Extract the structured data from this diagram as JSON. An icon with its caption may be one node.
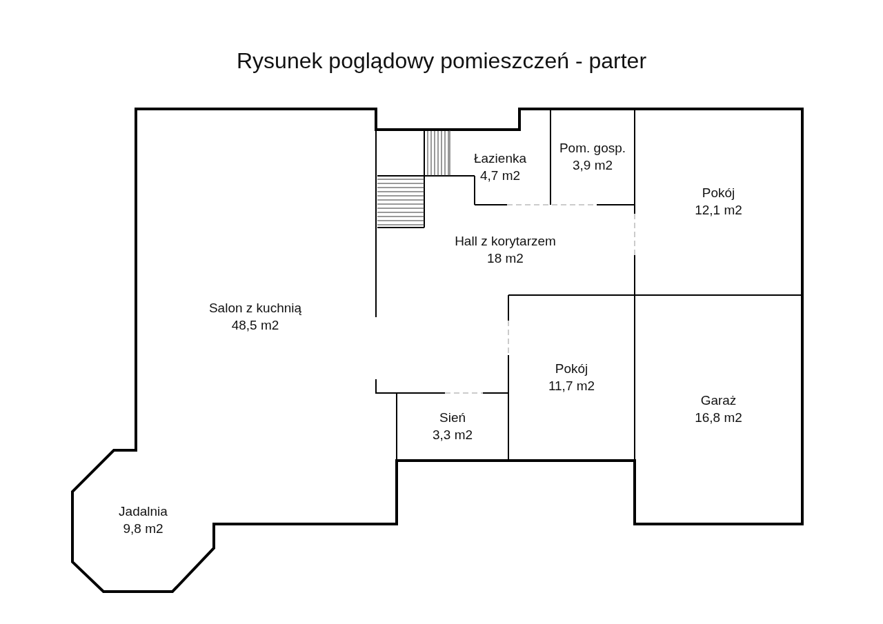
{
  "diagram": {
    "title": "Rysunek poglądowy pomieszczeń - parter",
    "nodes": [
      {
        "text": [
          "Łazienka",
          "4,7 m2"
        ]
      },
      {
        "text": [
          "Pom. gosp.",
          "3,9 m2"
        ]
      },
      {
        "text": [
          "Pokój",
          "12,1 m2"
        ]
      },
      {
        "text": [
          "Hall z korytarzem",
          "18 m2"
        ]
      },
      {
        "text": [
          "Salon z kuchnią",
          "48,5 m2"
        ]
      },
      {
        "text": [
          "Pokój",
          "11,7 m2"
        ]
      },
      {
        "text": [
          "Garaż",
          "16,8 m2"
        ]
      },
      {
        "text": [
          "Sień",
          "3,3 m2"
        ]
      },
      {
        "text": [
          "Jadalnia",
          "9,8 m2"
        ]
      }
    ]
  }
}
